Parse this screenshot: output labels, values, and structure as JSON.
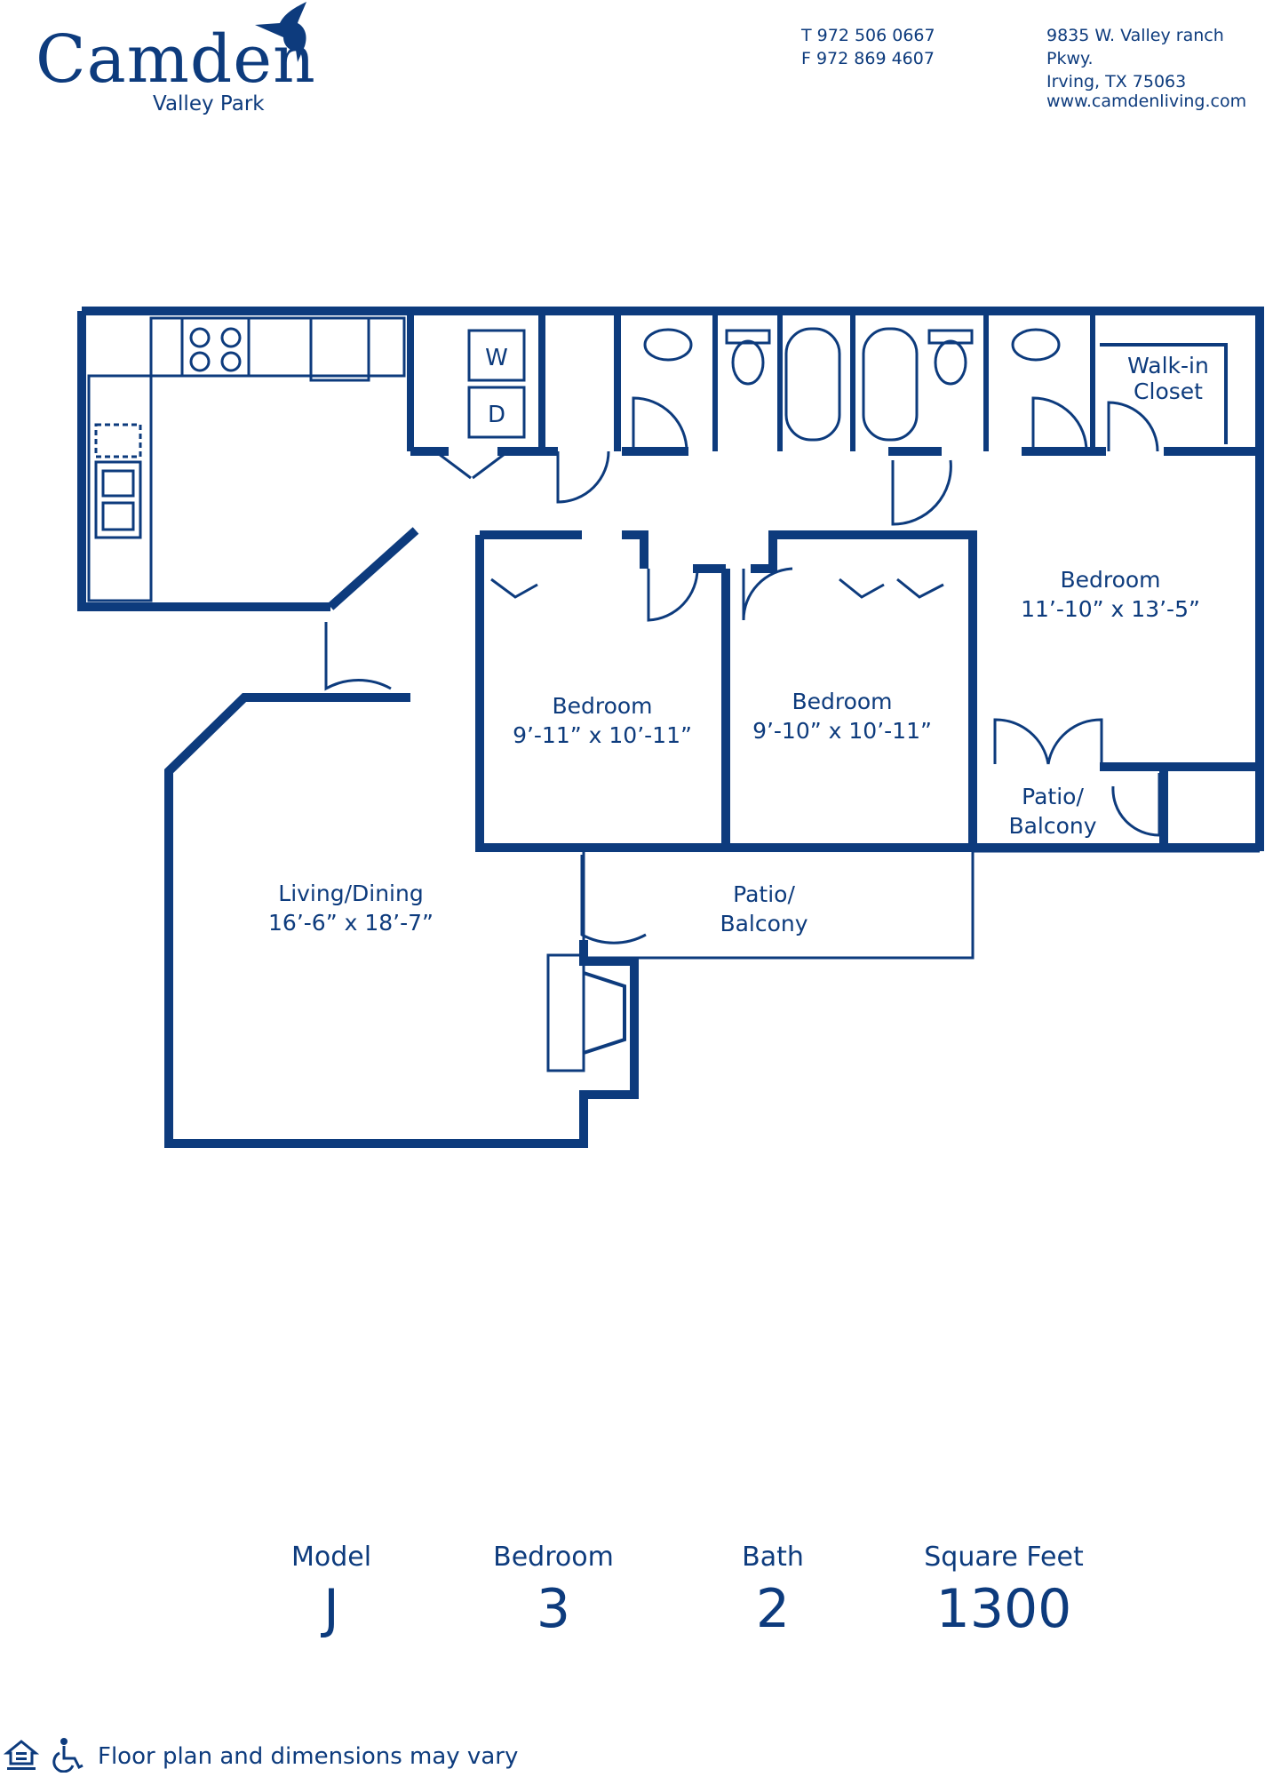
{
  "brand": {
    "name": "Camden",
    "community": "Valley Park",
    "logo_icon": "hummingbird-icon"
  },
  "contact": {
    "phone": "T 972 506 0667",
    "fax": "F 972 869 4607",
    "address_line1": "9835 W. Valley ranch Pkwy.",
    "address_line2": "Irving, TX 75063",
    "website": "www.camdenliving.com"
  },
  "rooms": {
    "living": {
      "name": "Living/Dining",
      "dims": "16’-6” x 18’-7”"
    },
    "bedroom_left": {
      "name": "Bedroom",
      "dims": "9’-11” x 10’-11”"
    },
    "bedroom_middle": {
      "name": "Bedroom",
      "dims": "9’-10” x 10’-11”"
    },
    "bedroom_right": {
      "name": "Bedroom",
      "dims": "11’-10” x 13’-5”"
    },
    "walk_in_closet": {
      "line1": "Walk-in",
      "line2": "Closet"
    },
    "patio_main": {
      "line1": "Patio/",
      "line2": "Balcony"
    },
    "patio_right": {
      "line1": "Patio/",
      "line2": "Balcony"
    },
    "washer": "W",
    "dryer": "D"
  },
  "stats": {
    "model_label": "Model",
    "model_value": "J",
    "bedroom_label": "Bedroom",
    "bedroom_value": "3",
    "bath_label": "Bath",
    "bath_value": "2",
    "sqft_label": "Square Feet",
    "sqft_value": "1300"
  },
  "footer": {
    "disclaimer": "Floor plan and dimensions may vary",
    "icons": [
      "equal-housing-icon",
      "wheelchair-icon"
    ]
  },
  "colors": {
    "primary": "#0d3b7d",
    "background": "#ffffff"
  }
}
